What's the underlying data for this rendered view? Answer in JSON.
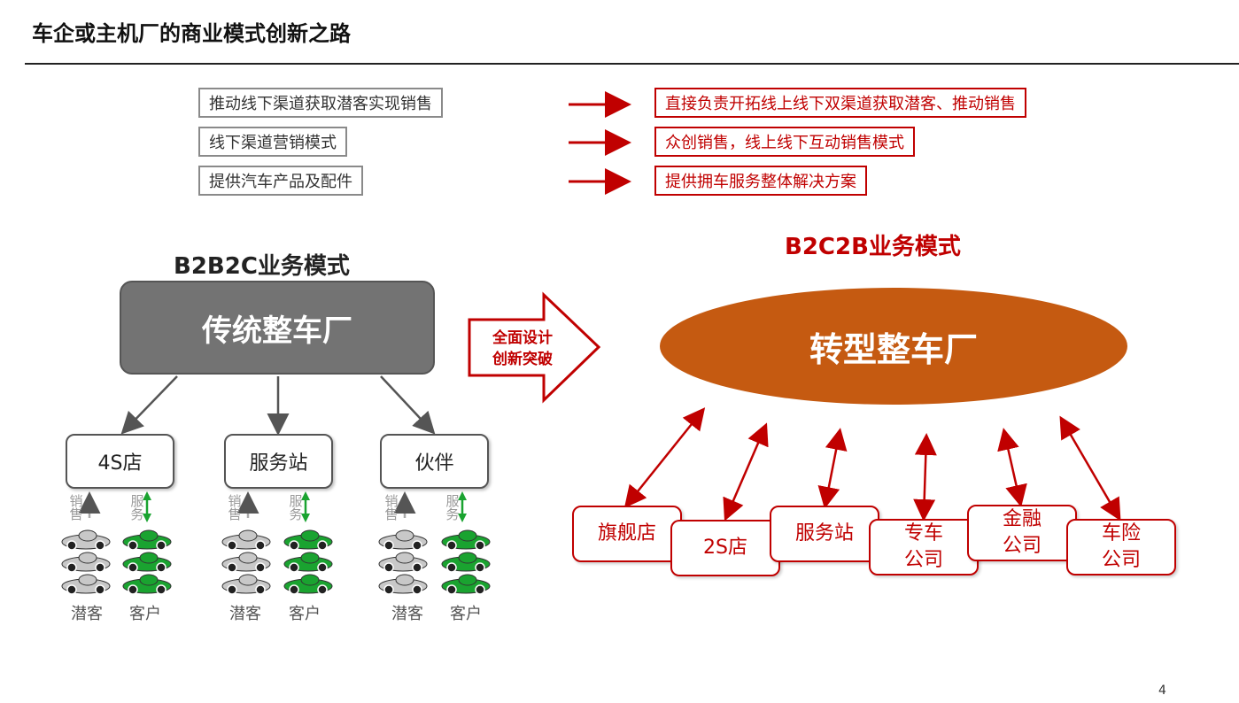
{
  "title": "车企或主机厂的商业模式创新之路",
  "comparison": {
    "old": [
      "推动线下渠道获取潜客实现销售",
      "线下渠道营销模式",
      "提供汽车产品及配件"
    ],
    "new": [
      "直接负责开拓线上线下双渠道获取潜客、推动销售",
      "众创销售，线上线下互动销售模式",
      "提供拥车服务整体解决方案"
    ]
  },
  "left_model": {
    "heading": "B2B2C业务模式",
    "factory": "传统整车厂",
    "channels": [
      {
        "name": "4S店",
        "sales_label": "销售",
        "service_label": "服务",
        "prospect_label": "潜客",
        "customer_label": "客户"
      },
      {
        "name": "服务站",
        "sales_label": "销售",
        "service_label": "服务",
        "prospect_label": "潜客",
        "customer_label": "客户"
      },
      {
        "name": "伙伴",
        "sales_label": "销售",
        "service_label": "服务",
        "prospect_label": "潜客",
        "customer_label": "客户"
      }
    ]
  },
  "transition": {
    "line1": "全面设计",
    "line2": "创新突破"
  },
  "right_model": {
    "heading": "B2C2B业务模式",
    "factory": "转型整车厂",
    "channels": [
      "旗舰店",
      "2S店",
      "服务站",
      "专车\n公司",
      "金融\n公司",
      "车险\n公司"
    ]
  },
  "page_number": "4",
  "colors": {
    "accent": "#c00000",
    "factory_gray": "#737373",
    "oval_orange": "#c55a11",
    "car_green": "#1aa330",
    "car_gray": "#c8c8c8"
  }
}
